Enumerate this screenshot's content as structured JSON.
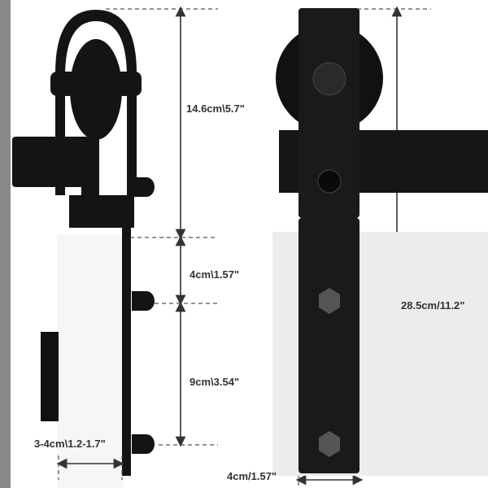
{
  "dimensions": {
    "track_height": "14.6cm\\5.7\"",
    "bolt_offset": "4cm\\1.57\"",
    "bolt_spacing": "9cm\\3.54\"",
    "door_thickness": "3-4cm\\1.2-1.7\"",
    "strap_length": "28.5cm/11.2\"",
    "strap_width": "4cm/1.57\""
  },
  "colors": {
    "hardware": "#141414",
    "wall": "#8a8a8a",
    "door": "#f4f4f4"
  }
}
